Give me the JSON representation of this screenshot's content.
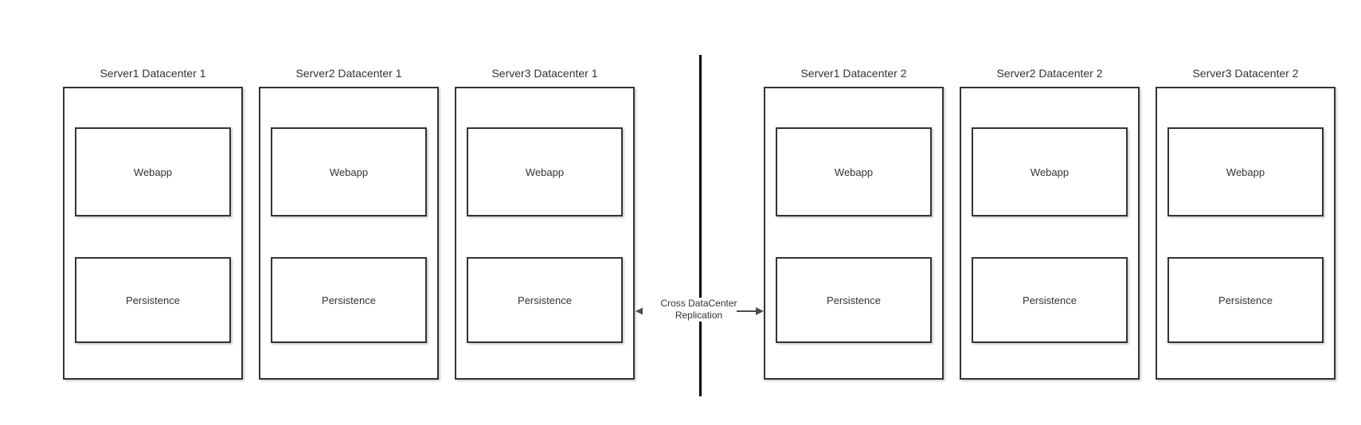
{
  "diagram": {
    "datacenters": [
      {
        "servers": [
          {
            "title": "Server1 Datacenter 1",
            "components": [
              "Webapp",
              "Persistence"
            ]
          },
          {
            "title": "Server2 Datacenter 1",
            "components": [
              "Webapp",
              "Persistence"
            ]
          },
          {
            "title": "Server3 Datacenter 1",
            "components": [
              "Webapp",
              "Persistence"
            ]
          }
        ]
      },
      {
        "servers": [
          {
            "title": "Server1 Datacenter 2",
            "components": [
              "Webapp",
              "Persistence"
            ]
          },
          {
            "title": "Server2 Datacenter 2",
            "components": [
              "Webapp",
              "Persistence"
            ]
          },
          {
            "title": "Server3 Datacenter 2",
            "components": [
              "Webapp",
              "Persistence"
            ]
          }
        ]
      }
    ],
    "replication": {
      "line1": "Cross DataCenter",
      "line2": "Replication",
      "arrow_left": "←",
      "arrow_right": "→"
    },
    "colors": {
      "box_border": "#333333",
      "divider": "#000000",
      "arrow": "#4d4d4d",
      "text": "#333333",
      "background": "#ffffff"
    }
  }
}
